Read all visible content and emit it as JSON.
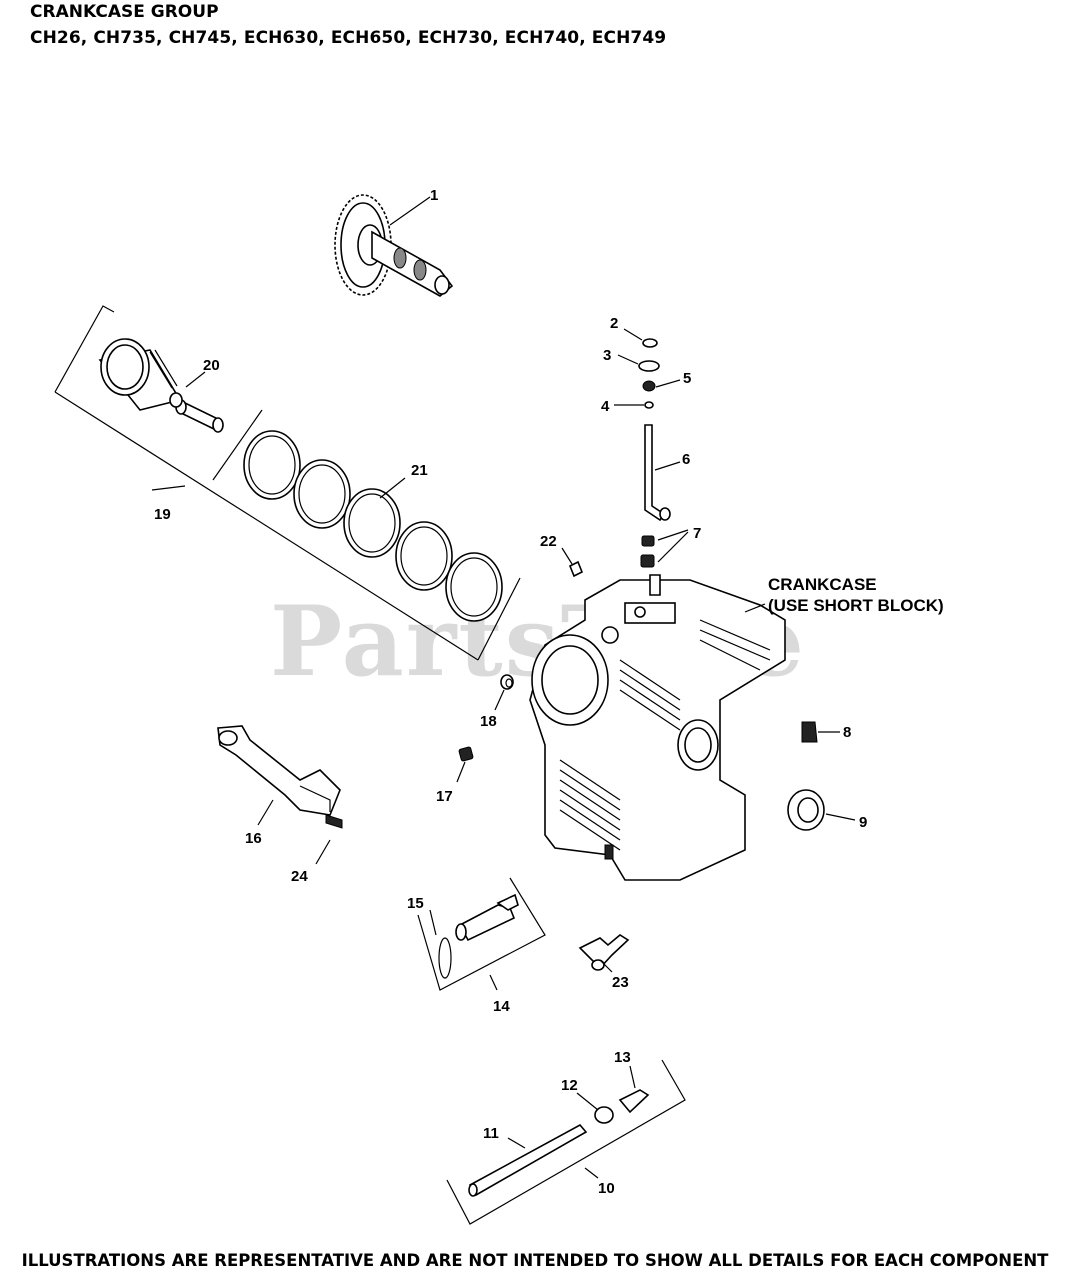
{
  "header": {
    "title": "CRANKCASE GROUP",
    "models": "CH26, CH735, CH745, ECH630,  ECH650,  ECH730, ECH740, ECH749"
  },
  "watermark": "PartsTree",
  "crankcase_note": {
    "line1": "CRANKCASE",
    "line2": "(USE SHORT BLOCK)"
  },
  "callouts": [
    "1",
    "2",
    "3",
    "4",
    "5",
    "6",
    "7",
    "8",
    "9",
    "10",
    "11",
    "12",
    "13",
    "14",
    "15",
    "16",
    "17",
    "18",
    "19",
    "20",
    "21",
    "22",
    "23",
    "24"
  ],
  "footer": "ILLUSTRATIONS ARE REPRESENTATIVE AND ARE NOT INTENDED TO SHOW ALL DETAILS FOR EACH COMPONENT"
}
